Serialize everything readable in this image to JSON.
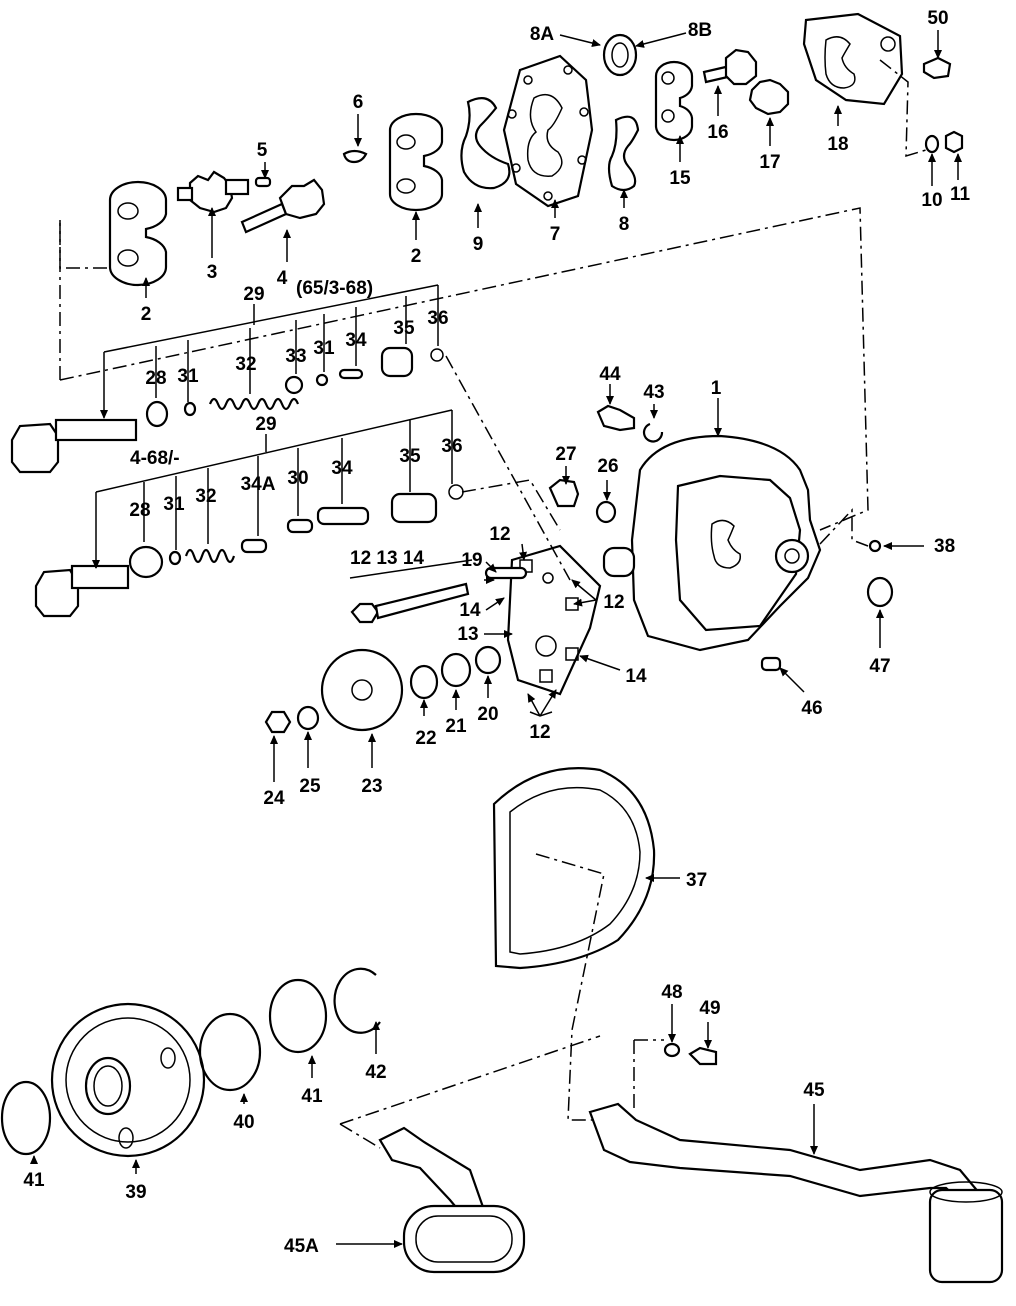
{
  "labels": {
    "l1": "1",
    "l2a": "2",
    "l2b": "2",
    "l3": "3",
    "l4": "4",
    "l4note": "(65/3-68)",
    "l5": "5",
    "l6": "6",
    "l7": "7",
    "l8": "8",
    "l8a": "8A",
    "l8b": "8B",
    "l9": "9",
    "l10": "10",
    "l11": "11",
    "l12a": "12",
    "l12b": "12",
    "l12c": "12",
    "l12d": "12",
    "l13a": "13",
    "l13b": "13",
    "l14a": "14",
    "l14b": "14",
    "l14c": "14",
    "l15": "15",
    "l16": "16",
    "l17": "17",
    "l18": "18",
    "l19": "19",
    "l20": "20",
    "l21": "21",
    "l22": "22",
    "l23": "23",
    "l24": "24",
    "l25": "25",
    "l26": "26",
    "l27": "27",
    "l28a": "28",
    "l28b": "28",
    "l29a": "29",
    "l29b": "29",
    "l30": "30",
    "l31a": "31",
    "l31b": "31",
    "l31c": "31",
    "l32a": "32",
    "l32b": "32",
    "l33": "33",
    "l34a": "34",
    "l34b": "34",
    "l34A": "34A",
    "l35a": "35",
    "l35b": "35",
    "l36a": "36",
    "l36b": "36",
    "l37": "37",
    "l38": "38",
    "l39": "39",
    "l40": "40",
    "l41a": "41",
    "l41b": "41",
    "l42": "42",
    "l43": "43",
    "l44": "44",
    "l45": "45",
    "l45A": "45A",
    "l46": "46",
    "l47": "47",
    "l48": "48",
    "l49": "49",
    "l50": "50",
    "l_468": "4-68/-",
    "l_121314": "12 13 14"
  }
}
